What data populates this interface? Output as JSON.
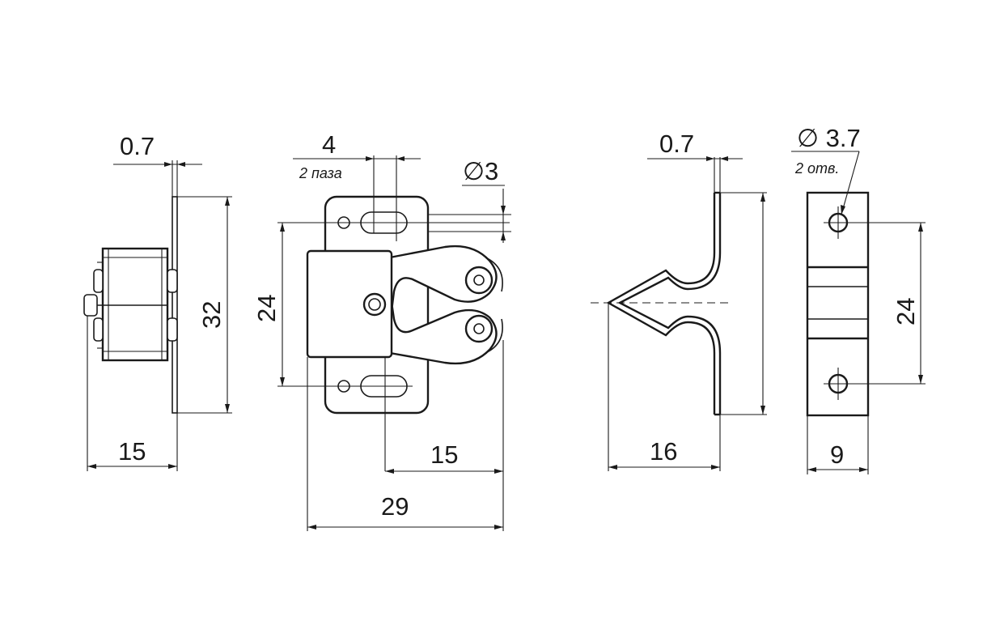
{
  "side_view": {
    "thickness_label": "0.7",
    "height_label": "32",
    "depth_label": "15"
  },
  "front_view": {
    "slot_width_label": "4",
    "slot_note": "2 паза",
    "roller_diameter_label": "∅3",
    "slot_spacing_label": "24",
    "roller_offset_label": "15",
    "total_width_label": "29"
  },
  "strike_side_view": {
    "thickness_label": "0.7",
    "depth_label": "16"
  },
  "strike_front_view": {
    "hole_diameter_label": "∅ 3.7",
    "hole_note": "2 отв.",
    "hole_spacing_label": "24",
    "width_label": "9"
  }
}
